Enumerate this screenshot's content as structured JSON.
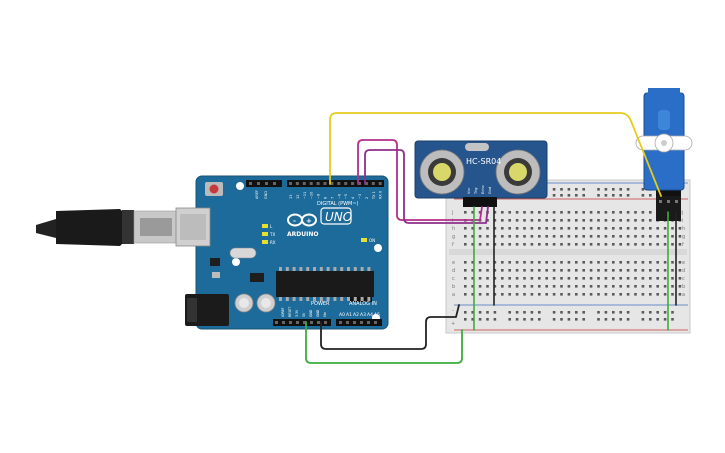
{
  "arduino": {
    "brand": "ARDUINO",
    "model": "UNO",
    "digital_label": "DIGITAL (PWM~)",
    "power_label": "POWER",
    "analog_label": "ANALOG IN",
    "on_label": "ON",
    "tx_label": "TX",
    "rx_label": "RX",
    "l_label": "L",
    "aref_label": "AREF",
    "gnd_label": "GND",
    "digital_pins": [
      "13",
      "12",
      "~11",
      "~10",
      "~9",
      "8",
      "7",
      "~6",
      "~5",
      "4",
      "~3",
      "2",
      "TX 1",
      "RX 0"
    ],
    "power_pins": [
      "IOREF",
      "RESET",
      "3.3V",
      "5V",
      "GND",
      "GND",
      "Vin"
    ],
    "analog_pins": [
      "A0",
      "A1",
      "A2",
      "A3",
      "A4",
      "A5"
    ]
  },
  "sensor": {
    "model": "HC-SR04",
    "pins": [
      "Vcc",
      "Trig",
      "Echo",
      "Gnd"
    ]
  },
  "breadboard": {
    "row_letters_top": [
      "f",
      "g",
      "h",
      "i",
      "j"
    ],
    "row_letters_bottom": [
      "a",
      "b",
      "c",
      "d",
      "e"
    ],
    "plus": "+",
    "minus": "-"
  },
  "colors": {
    "board": "#1d6b9a",
    "wire_yellow": "#e6cc1a",
    "wire_magenta": "#b22f8c",
    "wire_green": "#3cac3c",
    "wire_black": "#222222",
    "servo": "#2a6ec8",
    "sensor_board": "#25558c",
    "breadboard": "#e6e6e6"
  }
}
